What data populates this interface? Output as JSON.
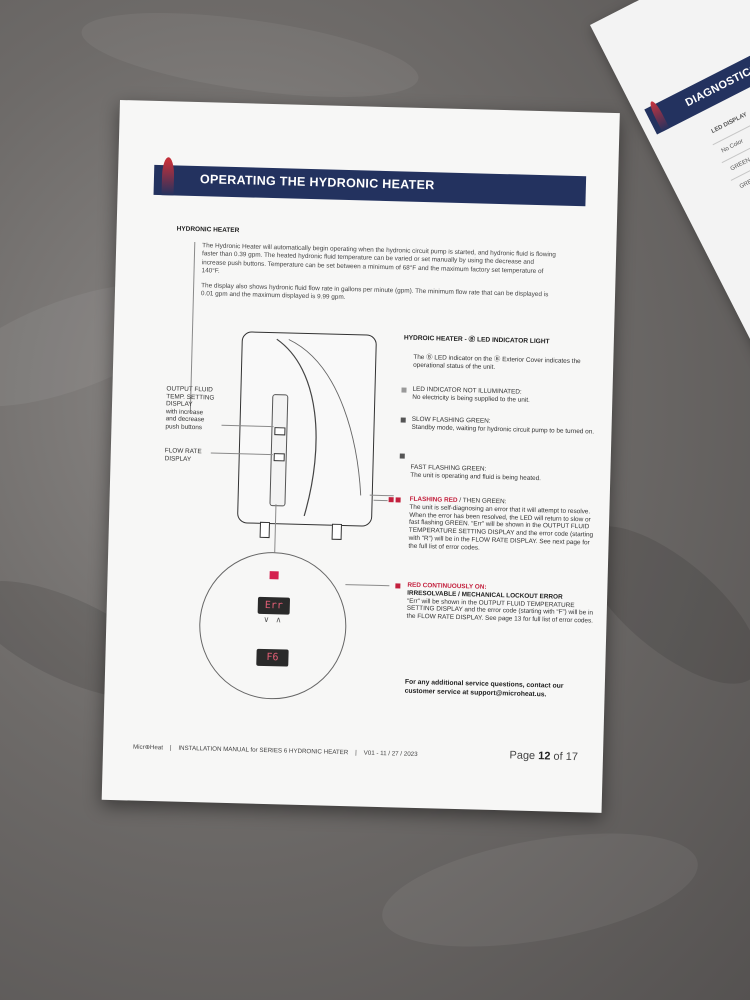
{
  "second_page": {
    "header": "DIAGNOSTICS AND ERROR",
    "col_header": "LED DISPLAY",
    "rows": [
      "No Color",
      "GREEN Slow",
      "GREEN"
    ]
  },
  "banner": {
    "title": "OPERATING THE HYDRONIC HEATER"
  },
  "section_heading": "HYDRONIC HEATER",
  "paragraphs": [
    "The Hydronic Heater will automatically begin operating when the hydronic circuit pump is started, and hydronic fluid is flowing faster than 0.39 gpm. The heated hydronic fluid temperature can be varied or set manually by using the decrease and increase push buttons. Temperature can be set between a minimum of 68°F and the maximum factory set temperature of 140°F.",
    "The display also shows hydronic fluid flow rate in gallons per minute (gpm). The minimum flow rate that can be displayed is 0.01 gpm and the maximum displayed is 9.99 gpm."
  ],
  "callouts": {
    "output_label_1": "OUTPUT FLUID",
    "output_label_2": "TEMP. SETTING",
    "output_label_3": "DISPLAY",
    "output_label_4": "with increase",
    "output_label_5": "and decrease",
    "output_label_6": "push buttons",
    "flow_label_1": "FLOW RATE",
    "flow_label_2": "DISPLAY"
  },
  "display": {
    "temp_readout": "Err",
    "flow_readout": "F6",
    "arrows": "∨ ∧"
  },
  "indicator": {
    "title": "HYDROIC HEATER - Ⓑ LED INDICATOR LIGHT",
    "intro": "The Ⓑ LED indicator on the Ⓑ Exterior Cover indicates the operational status of the unit.",
    "items": [
      {
        "head": "LED INDICATOR NOT ILLUMINATED:",
        "body": "No electricity is being supplied to the unit."
      },
      {
        "head": "SLOW FLASHING GREEN:",
        "body": "Standby mode, waiting for hydronic circuit pump to be turned on."
      },
      {
        "head": "FAST FLASHING GREEN:",
        "body": "The unit is operating and fluid is being heated."
      },
      {
        "head": "FLASHING RED",
        "head_suffix": " / THEN GREEN:",
        "body": "The unit is self-diagnosing an error that it will attempt to resolve. When the error has been resolved, the LED will return to slow or fast flashing GREEN. “Err” will be shown in the OUTPUT FLUID TEMPERATURE SETTING DISPLAY and the error code (starting with “R”) will be in the FLOW RATE DISPLAY. See next page for the full list of error codes."
      },
      {
        "head": "RED CONTINUOUSLY ON:",
        "subhead": "IRRESOLVABLE / MECHANICAL LOCKOUT ERROR",
        "body": "“Err” will be shown in the OUTPUT FLUID TEMPERATURE SETTING DISPLAY and the error code (starting with “F”) will be in the FLOW RATE DISPLAY. See page 13 for full list of error codes."
      }
    ]
  },
  "contact": "For any additional service questions, contact our customer service at support@microheat.us.",
  "footer": {
    "brand": "Micr⊕Heat",
    "sep": "|",
    "manual": "INSTALLATION MANUAL for SERIES 6 HYDRONIC HEATER",
    "version": "V01 - 11 / 27 / 2023",
    "page_prefix": "Page ",
    "page_num": "12",
    "page_suffix": " of 17"
  },
  "colors": {
    "banner": "#23325f",
    "accent_red": "#c3203d",
    "paper": "#f7f7f6",
    "fabric": "#6e6b69"
  }
}
